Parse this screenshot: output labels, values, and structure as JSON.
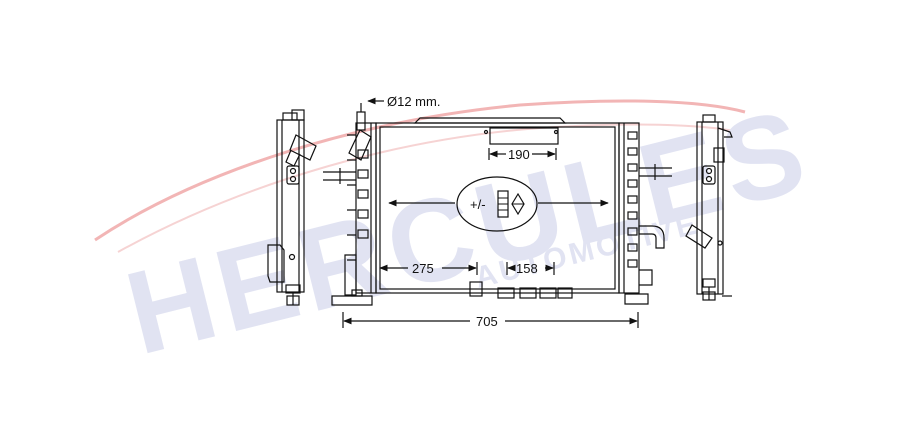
{
  "watermark": {
    "brand": "HERCULES",
    "sub": "AUTOMOTIVE",
    "brand_color": "#3b4aa8",
    "swoosh_color": "#e05a5a"
  },
  "dimensions": {
    "tube_diameter": "Ø12 mm.",
    "width_overall": "705",
    "top_span": "190",
    "bottom_left": "275",
    "bottom_right": "158",
    "core_symbol": "+/-"
  },
  "colors": {
    "line": "#111111",
    "background": "#ffffff"
  }
}
